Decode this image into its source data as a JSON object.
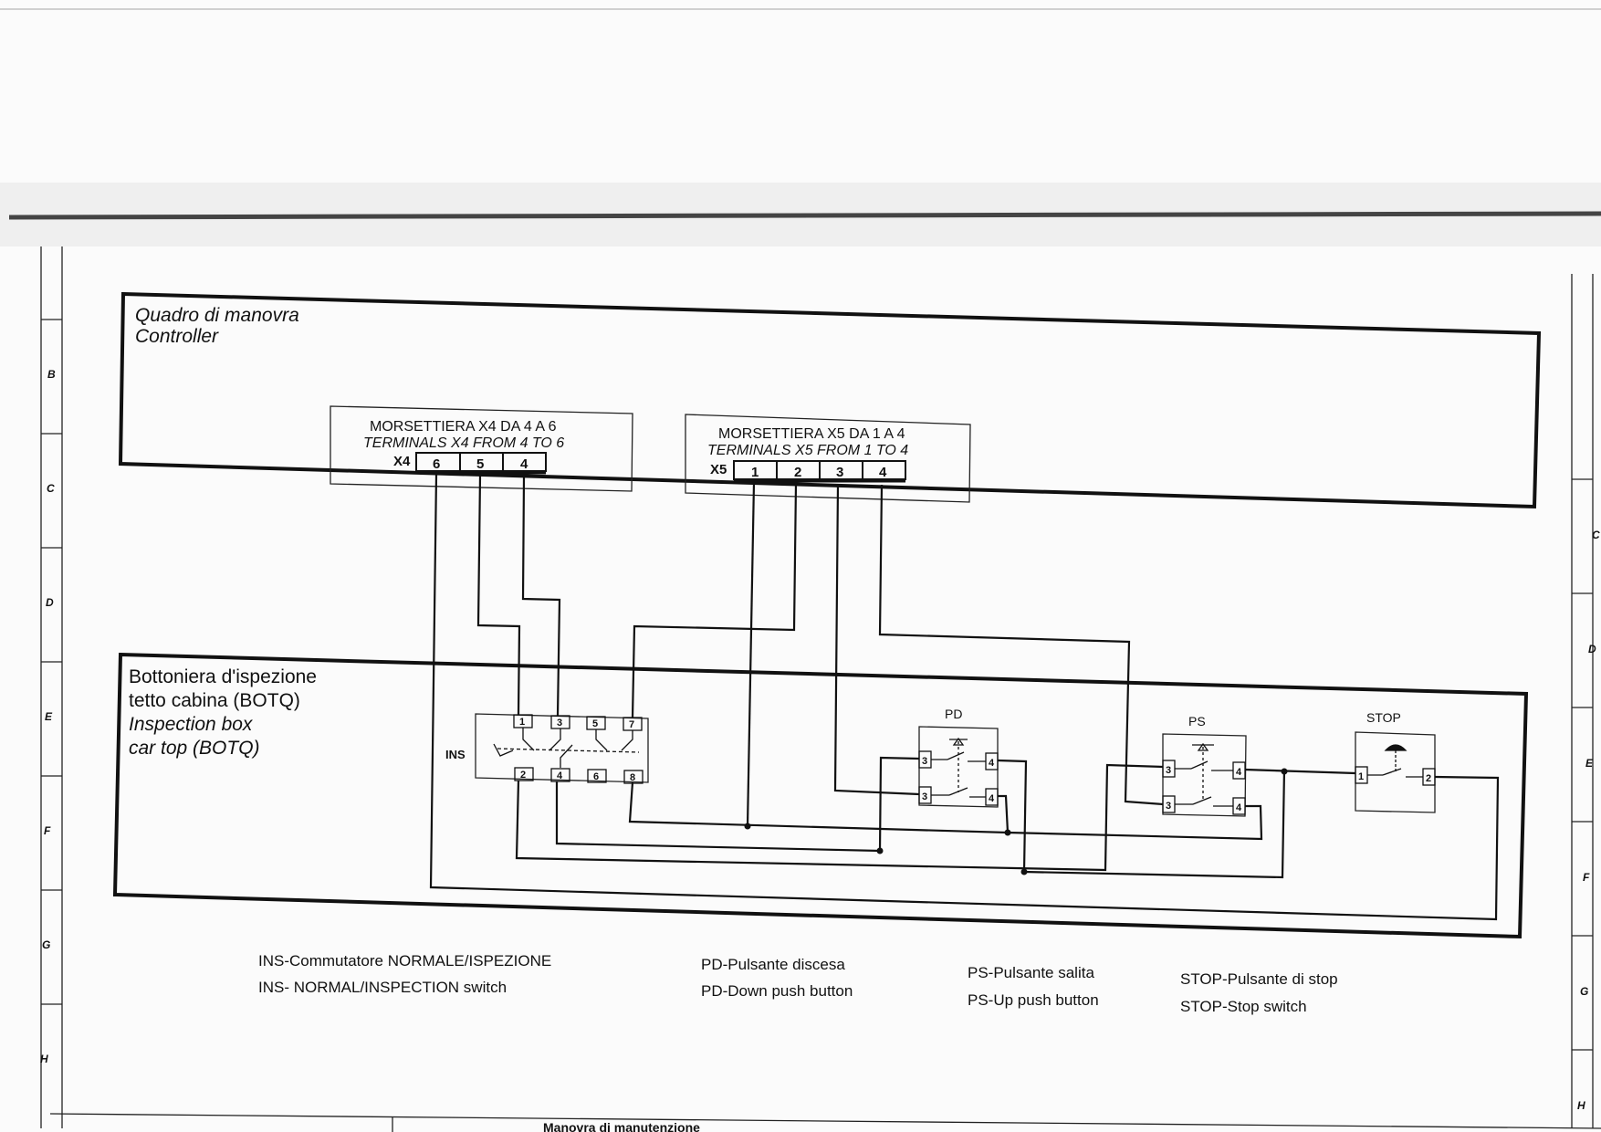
{
  "controller": {
    "title_it": "Quadro di manovra",
    "title_en": "Controller"
  },
  "x4": {
    "label_it": "MORSETTIERA X4 DA 4 A 6",
    "label_en": "TERMINALS X4 FROM 4 TO 6",
    "tag": "X4",
    "terminals": [
      "6",
      "5",
      "4"
    ]
  },
  "x5": {
    "label_it": "MORSETTIERA X5 DA 1 A 4",
    "label_en": "TERMINALS X5 FROM 1 TO 4",
    "tag": "X5",
    "terminals": [
      "1",
      "2",
      "3",
      "4"
    ]
  },
  "botq": {
    "title_it_1": "Bottoniera d'ispezione",
    "title_it_2": "tetto cabina (BOTQ)",
    "title_en_1": "Inspection box",
    "title_en_2": "car top (BOTQ)"
  },
  "ins": {
    "tag": "INS",
    "top_pins": [
      "1",
      "3",
      "5",
      "7"
    ],
    "bottom_pins": [
      "2",
      "4",
      "6",
      "8"
    ]
  },
  "pd": {
    "tag": "PD",
    "pins": [
      "3",
      "4",
      "3",
      "4"
    ]
  },
  "ps": {
    "tag": "PS",
    "pins": [
      "3",
      "4",
      "3",
      "4"
    ]
  },
  "stop": {
    "tag": "STOP",
    "pins": [
      "1",
      "2"
    ]
  },
  "legend": {
    "ins_it": "INS-Commutatore NORMALE/ISPEZIONE",
    "ins_en": "INS- NORMAL/INSPECTION switch",
    "pd_it": "PD-Pulsante discesa",
    "pd_en": "PD-Down push button",
    "ps_it": "PS-Pulsante salita",
    "ps_en": "PS-Up push button",
    "stop_it": "STOP-Pulsante di stop",
    "stop_en": "STOP-Stop switch"
  },
  "grid_left": [
    "B",
    "C",
    "D",
    "E",
    "F",
    "G",
    "H"
  ],
  "grid_right": [
    "C",
    "D",
    "E",
    "F",
    "G",
    "H"
  ],
  "footer_title": "Manovra di manutenzione"
}
